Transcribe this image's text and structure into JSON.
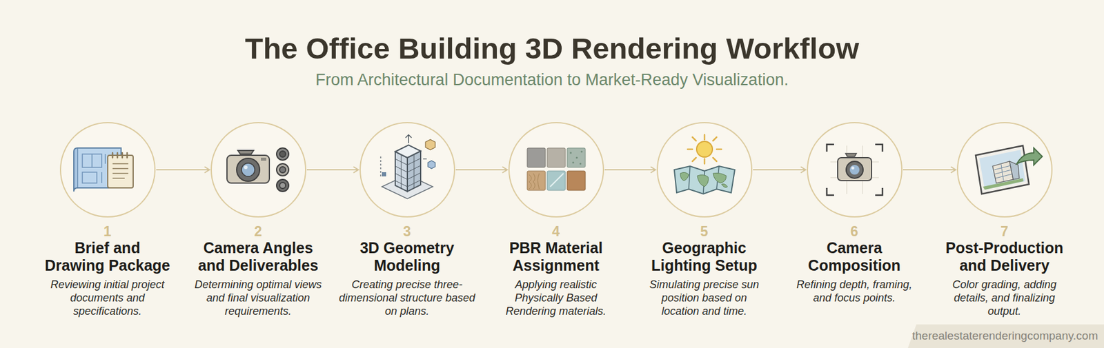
{
  "diagram": {
    "title": "The Office Building 3D Rendering Workflow",
    "nodes": [
      {
        "text": [
          "1",
          "Brief and Drawing Package",
          "Reviewing initial project documents and specifications."
        ]
      },
      {
        "text": [
          "2",
          "Camera Angles and Deliverables",
          "Determining optimal views and final visualization requirements."
        ]
      },
      {
        "text": [
          "3",
          "3D Geometry Modeling",
          "Creating precise three-dimensional structure based on plans."
        ]
      },
      {
        "text": [
          "4",
          "PBR Material Assignment",
          "Applying realistic Physically Based Rendering materials."
        ]
      },
      {
        "text": [
          "5",
          "Geographic Lighting Setup",
          "Simulating precise sun position based on location and time."
        ]
      },
      {
        "text": [
          "6",
          "Camera Composition",
          "Refining depth, framing, and focus points."
        ]
      },
      {
        "text": [
          "7",
          "Post-Production and Delivery",
          "Color grading, adding details, and finalizing output."
        ]
      }
    ],
    "edges": [
      {
        "from": 0,
        "to": 1,
        "arrow": "to"
      },
      {
        "from": 1,
        "to": 2,
        "arrow": "to"
      },
      {
        "from": 2,
        "to": 3,
        "arrow": "to"
      },
      {
        "from": 3,
        "to": 4,
        "arrow": "to"
      },
      {
        "from": 4,
        "to": 5,
        "arrow": "to"
      },
      {
        "from": 5,
        "to": 6,
        "arrow": "to"
      }
    ],
    "labels": [
      "From Architectural Documentation to Market-Ready Visualization.",
      "therealestaterenderingcompany.com"
    ]
  }
}
